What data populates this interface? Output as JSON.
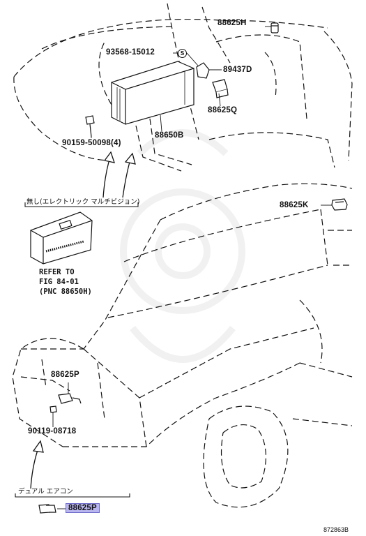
{
  "parts": {
    "p88625H": "88625H",
    "p93568": "93568-15012",
    "p89437D": "89437D",
    "p88625Q": "88625Q",
    "p88650B": "88650B",
    "p90159": "90159-50098(4)",
    "p88625K": "88625K",
    "p88625P_upper": "88625P",
    "p90119": "90119-08718",
    "p88625P_lower": "88625P"
  },
  "notes": {
    "without_emv": "無し(エレクトリック マルチビジョン)",
    "refer_line1": "REFER TO",
    "refer_line2": "FIG 84-01",
    "refer_line3": "(PNC 88650H)",
    "dual_ac": "デュアル エアコン",
    "s_symbol": "S"
  },
  "diagram_id": "872863B",
  "colors": {
    "line": "#111111",
    "highlight": "#b9b6ef",
    "highlight_border": "#6a67c8"
  }
}
